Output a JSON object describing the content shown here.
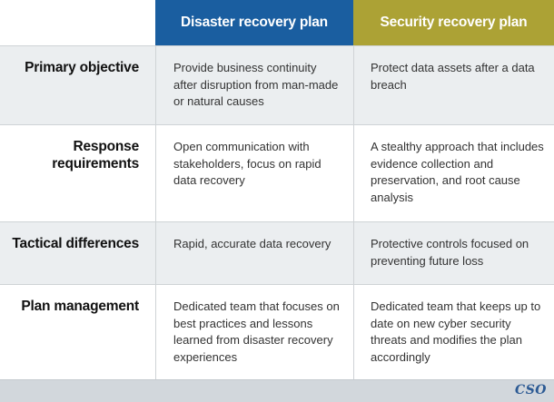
{
  "header": {
    "disaster_recovery": "Disaster recovery plan",
    "security_recovery": "Security recovery plan"
  },
  "colors": {
    "disaster_header": "#1a5ea0",
    "security_header": "#aca235",
    "row_alt": "#ebeef0",
    "footer": "#d2d7dc",
    "brand": "#2c5a94"
  },
  "rows": [
    {
      "label": "Primary objective",
      "disaster": "Provide business continuity after disruption from man-made or natural causes",
      "security": "Protect data assets after a data breach"
    },
    {
      "label": "Response requirements",
      "disaster": "Open communication with stakeholders, focus on rapid data recovery",
      "security": "A stealthy approach that includes evidence collection and preservation, and root cause analysis"
    },
    {
      "label": "Tactical differences",
      "disaster": "Rapid, accurate data recovery",
      "security": "Protective controls focused on preventing future loss"
    },
    {
      "label": "Plan management",
      "disaster": "Dedicated team that focuses on best practices and lessons learned from disaster recovery experiences",
      "security": "Dedicated team that keeps up to date on new cyber security threats and modifies the plan accordingly"
    }
  ],
  "footer": {
    "brand": "CSO"
  }
}
